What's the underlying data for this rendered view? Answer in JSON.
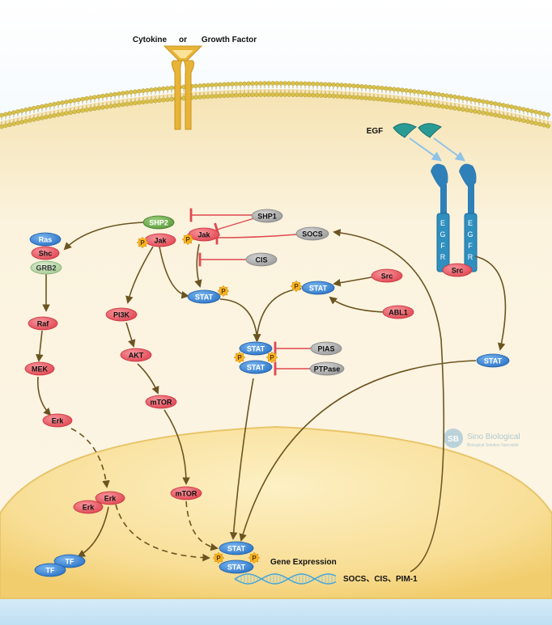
{
  "ligand": {
    "cytokine": "Cytokine",
    "or": "or",
    "growth_factor": "Growth Factor"
  },
  "egf": {
    "label": "EGF",
    "receptor_letters": [
      "E",
      "G",
      "F",
      "R"
    ]
  },
  "watermark": {
    "brand": "Sino Biological",
    "tagline": "Biological Solution Specialist"
  },
  "nodes": {
    "shp2": "SHP2",
    "ras": "Ras",
    "shc": "Shc",
    "grb2": "GRB2",
    "jak_left": "Jak",
    "jak_center": "Jak",
    "shp1": "SHP1",
    "socs": "SOCS",
    "cis": "CIS",
    "stat_left": "STAT",
    "stat_src": "STAT",
    "src_right": "Src",
    "abl1": "ABL1",
    "stat_dimer_top": "STAT",
    "stat_dimer_bottom": "STAT",
    "pias": "PIAS",
    "ptpase": "PTPase",
    "pi3k": "PI3K",
    "akt": "AKT",
    "mtor": "mTOR",
    "mtor_nuc": "mTOR",
    "raf": "Raf",
    "mek": "MEK",
    "erk": "Erk",
    "erk_nuc_a": "Erk",
    "erk_nuc_b": "Erk",
    "tf_a": "TF",
    "tf_b": "TF",
    "src_egfr": "Src",
    "stat_egfr": "STAT",
    "stat_nuc_top": "STAT",
    "stat_nuc_bottom": "STAT"
  },
  "phospho": "P",
  "gene_expression": "Gene Expression",
  "gene_targets": "SOCS、CIS、PIM-1",
  "colors": {
    "red": "#e8505b",
    "blue": "#3d86d8",
    "gray": "#a9a9a9",
    "green": "#6aa84f",
    "light_green": "#b5d6a7",
    "arrow": "#6b5420",
    "inhibit": "#e0484f",
    "phospho": "#f7b323",
    "cytoplasm": "#fbf3de",
    "nucleus": "#f6d98a",
    "receptor": "#e7b437",
    "egfr": "#2f8fbf"
  }
}
